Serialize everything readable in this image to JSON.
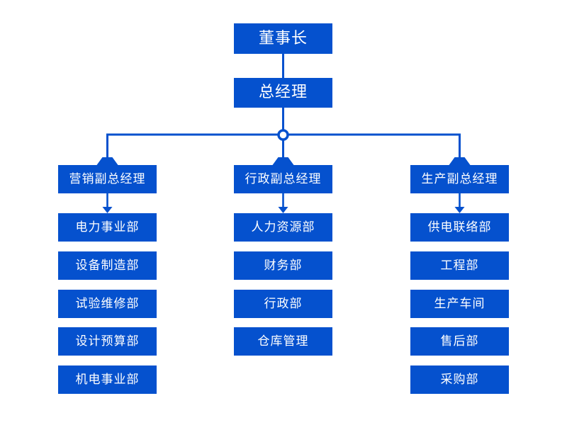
{
  "theme": {
    "accent": "#0551CE",
    "bg": "#ffffff",
    "node-text": "#ffffff"
  },
  "org_chart": {
    "chairman": {
      "label": "董事长"
    },
    "general_manager": {
      "label": "总经理"
    },
    "branches": [
      {
        "head": "营销副总经理",
        "departments": [
          "电力事业部",
          "设备制造部",
          "试验维修部",
          "设计预算部",
          "机电事业部"
        ]
      },
      {
        "head": "行政副总经理",
        "departments": [
          "人力资源部",
          "财务部",
          "行政部",
          "仓库管理"
        ]
      },
      {
        "head": "生产副总经理",
        "departments": [
          "供电联络部",
          "工程部",
          "生产车间",
          "售后部",
          "采购部"
        ]
      }
    ]
  }
}
